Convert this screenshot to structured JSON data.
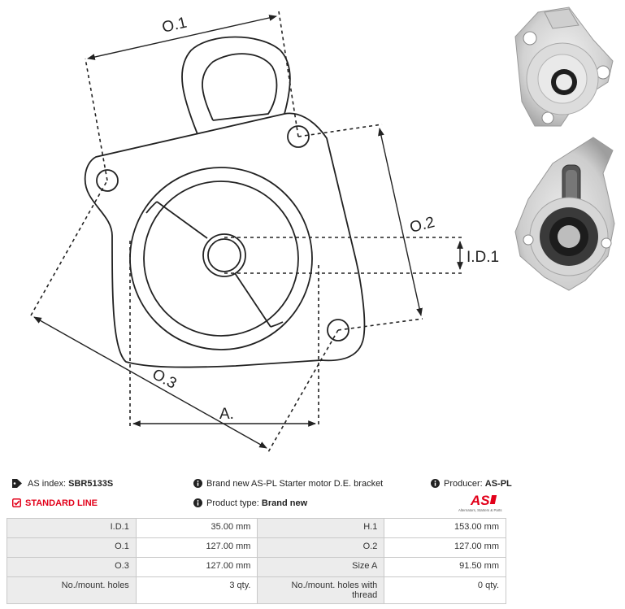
{
  "drawing": {
    "dimension_labels": {
      "o1": "O.1",
      "o2": "O.2",
      "o3": "O.3",
      "id1": "I.D.1",
      "a": "A."
    }
  },
  "info": {
    "as_index_label": "AS index:",
    "as_index_value": "SBR5133S",
    "description": "Brand new AS-PL Starter motor D.E. bracket",
    "producer_label": "Producer:",
    "producer_value": "AS-PL",
    "line": "STANDARD LINE",
    "product_type_label": "Product type:",
    "product_type_value": "Brand new",
    "logo_mark": "AS",
    "logo_tagline": "Alternators, Starters & Parts"
  },
  "specs": [
    [
      {
        "label": "I.D.1",
        "value": "35.00 mm"
      },
      {
        "label": "H.1",
        "value": "153.00 mm"
      }
    ],
    [
      {
        "label": "O.1",
        "value": "127.00 mm"
      },
      {
        "label": "O.2",
        "value": "127.00 mm"
      }
    ],
    [
      {
        "label": "O.3",
        "value": "127.00 mm"
      },
      {
        "label": "Size A",
        "value": "91.50 mm"
      }
    ],
    [
      {
        "label": "No./mount. holes",
        "value": "3 qty."
      },
      {
        "label": "No./mount. holes with thread",
        "value": "0 qty."
      }
    ]
  ],
  "colors": {
    "accent": "#e2001a",
    "line": "#222222",
    "table_label_bg": "#ececec",
    "table_border": "#c9c9c9"
  },
  "icons": [
    "tags-icon",
    "info-icon",
    "check-square-icon"
  ]
}
